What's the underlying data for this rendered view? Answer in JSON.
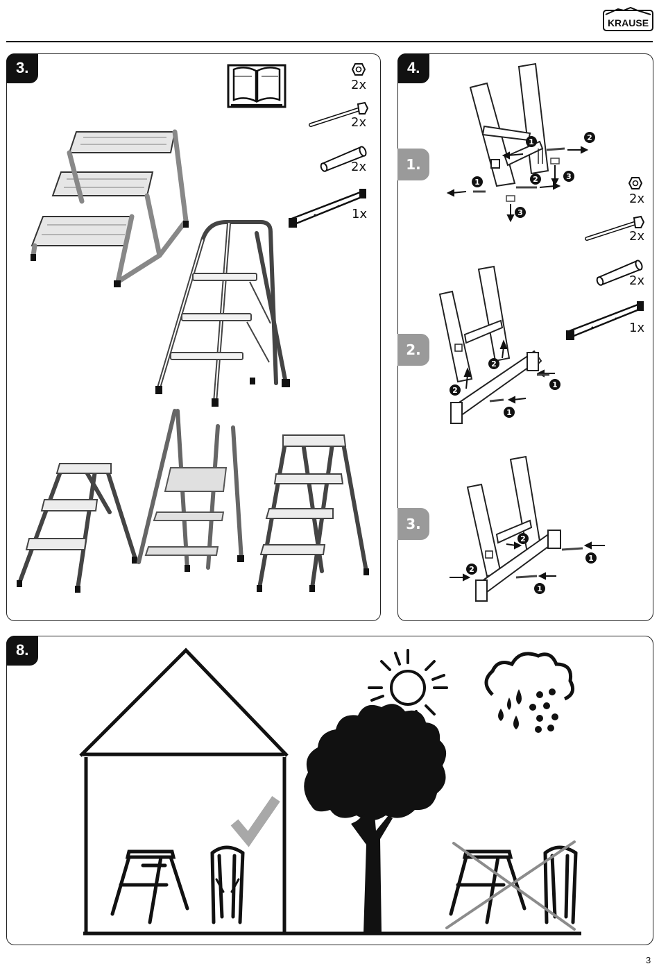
{
  "brand": {
    "logo_text": "KRAUSE"
  },
  "panels": {
    "step3": {
      "badge": "3.",
      "parts": [
        {
          "qty": "2x",
          "icon": "nut-icon"
        },
        {
          "qty": "2x",
          "icon": "bolt-icon"
        },
        {
          "qty": "2x",
          "icon": "tube-icon"
        },
        {
          "qty": "1x",
          "icon": "crossbar-icon"
        }
      ],
      "manual_icon": "open-book-icon"
    },
    "step4": {
      "badge": "4.",
      "substeps": [
        "1.",
        "2.",
        "3."
      ],
      "parts": [
        {
          "qty": "2x",
          "icon": "nut-icon"
        },
        {
          "qty": "2x",
          "icon": "bolt-icon"
        },
        {
          "qty": "2x",
          "icon": "tube-icon"
        },
        {
          "qty": "1x",
          "icon": "crossbar-icon"
        }
      ],
      "callouts": [
        "1",
        "2",
        "3"
      ]
    },
    "step8": {
      "badge": "8.",
      "icons": [
        "house-icon",
        "sun-icon",
        "rain-cloud-icon",
        "tree-icon",
        "check-icon",
        "cross-icon"
      ]
    }
  },
  "page_number": "3",
  "colors": {
    "ink": "#111111",
    "substep_badge": "#9a9a9a",
    "check": "#a8a8a8",
    "cross": "#8c8c8c"
  }
}
